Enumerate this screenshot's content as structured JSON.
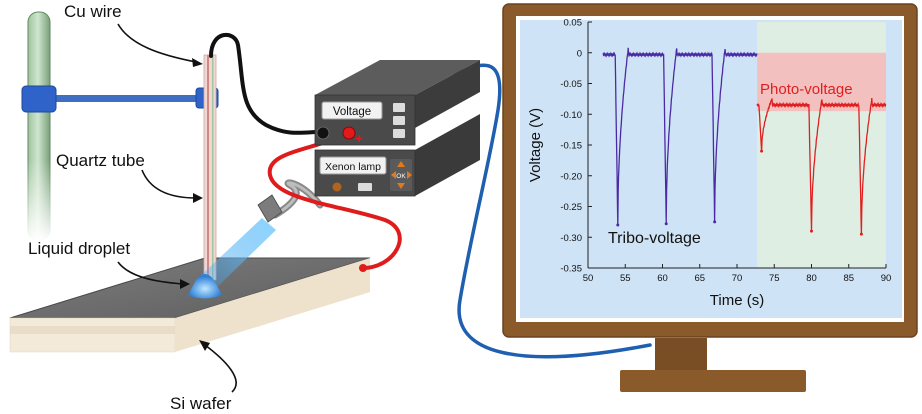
{
  "labels": {
    "cu_wire": "Cu wire",
    "quartz_tube": "Quartz tube",
    "liquid_droplet": "Liquid droplet",
    "si_wafer": "Si wafer"
  },
  "instrument": {
    "voltage_label": "Voltage",
    "xenon_label": "Xenon lamp",
    "minus": "-",
    "plus": "+",
    "ok": "OK"
  },
  "chart_data": {
    "type": "line",
    "xlabel": "Time (s)",
    "ylabel": "Voltage (V)",
    "xlim": [
      50,
      90
    ],
    "ylim": [
      -0.35,
      0.05
    ],
    "xticks": [
      50,
      55,
      60,
      65,
      70,
      75,
      80,
      85,
      90
    ],
    "yticks": [
      0.05,
      0,
      -0.05,
      -0.1,
      -0.15,
      -0.2,
      -0.25,
      -0.3,
      -0.35
    ],
    "regions": [
      {
        "label": "Tribo-voltage",
        "x": [
          50,
          72.7
        ],
        "color": "#cfe3f6"
      },
      {
        "label": "Photo-voltage",
        "x": [
          72.7,
          90
        ],
        "color": "#dfeee3"
      }
    ],
    "series": [
      {
        "color": "#4b2ba3",
        "baseline": -0.003,
        "x_range": [
          52,
          72.7
        ],
        "pulses": [
          {
            "x": 54.0,
            "min": -0.28
          },
          {
            "x": 60.5,
            "min": -0.278
          },
          {
            "x": 67.0,
            "min": -0.275
          }
        ]
      },
      {
        "color": "#e02020",
        "baseline": -0.085,
        "x_range": [
          72.7,
          90
        ],
        "pulses": [
          {
            "x": 73.3,
            "min": -0.16
          },
          {
            "x": 80.0,
            "min": -0.29
          },
          {
            "x": 86.7,
            "min": -0.295
          }
        ]
      }
    ]
  },
  "colors": {
    "cu_wire": "#111111",
    "red_wire": "#e01b1b",
    "blue_cable": "#1f5fb0",
    "monitor_frame": "#8a5a2b",
    "photo_band": "#f6b7b7"
  }
}
